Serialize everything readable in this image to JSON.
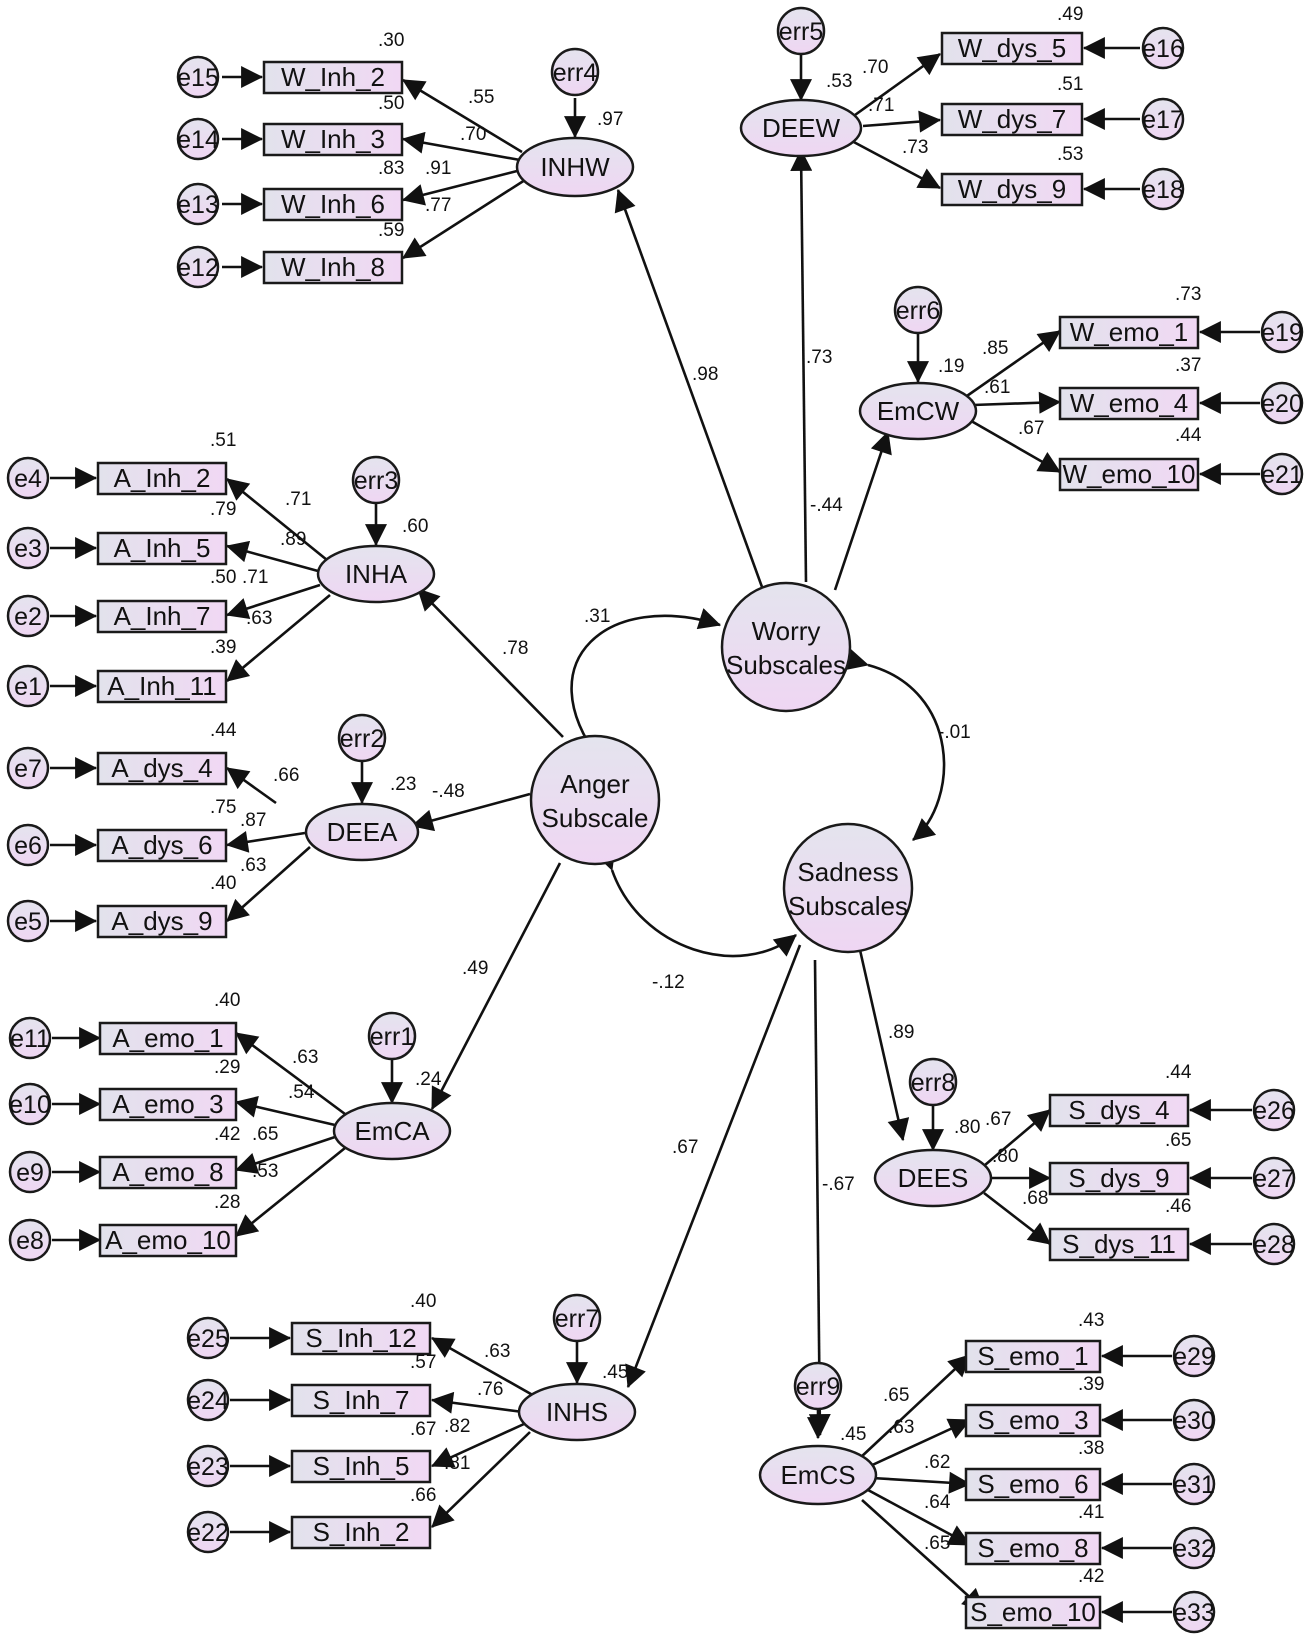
{
  "colors": {
    "node_fill_top": "#e2e2ec",
    "node_fill_bottom": "#f1d8f4",
    "stroke": "#1a1a1a"
  },
  "observed": {
    "w_inh_2": "W_Inh_2",
    "w_inh_3": "W_Inh_3",
    "w_inh_6": "W_Inh_6",
    "w_inh_8": "W_Inh_8",
    "w_dys_5": "W_dys_5",
    "w_dys_7": "W_dys_7",
    "w_dys_9": "W_dys_9",
    "w_emo_1": "W_emo_1",
    "w_emo_4": "W_emo_4",
    "w_emo_10": "W_emo_10",
    "a_inh_2": "A_Inh_2",
    "a_inh_5": "A_Inh_5",
    "a_inh_7": "A_Inh_7",
    "a_inh_11": "A_Inh_11",
    "a_dys_4": "A_dys_4",
    "a_dys_6": "A_dys_6",
    "a_dys_9": "A_dys_9",
    "a_emo_1": "A_emo_1",
    "a_emo_3": "A_emo_3",
    "a_emo_8": "A_emo_8",
    "a_emo_10": "A_emo_10",
    "s_dys_4": "S_dys_4",
    "s_dys_9": "S_dys_9",
    "s_dys_11": "S_dys_11",
    "s_inh_12": "S_Inh_12",
    "s_inh_7": "S_Inh_7",
    "s_inh_5": "S_Inh_5",
    "s_inh_2": "S_Inh_2",
    "s_emo_1": "S_emo_1",
    "s_emo_3": "S_emo_3",
    "s_emo_6": "S_emo_6",
    "s_emo_8": "S_emo_8",
    "s_emo_10": "S_emo_10"
  },
  "latent": {
    "inhw": "INHW",
    "deew": "DEEW",
    "emcw": "EmCW",
    "inha": "INHA",
    "deea": "DEEA",
    "emca": "EmCA",
    "dees": "DEES",
    "inhs": "INHS",
    "emcs": "EmCS",
    "worry_1": "Worry",
    "worry_2": "Subscales",
    "anger_1": "Anger",
    "anger_2": "Subscale",
    "sadness_1": "Sadness",
    "sadness_2": "Subscales"
  },
  "errors": {
    "e1": "e1",
    "e2": "e2",
    "e3": "e3",
    "e4": "e4",
    "e5": "e5",
    "e6": "e6",
    "e7": "e7",
    "e8": "e8",
    "e9": "e9",
    "e10": "e10",
    "e11": "e11",
    "e12": "e12",
    "e13": "e13",
    "e14": "e14",
    "e15": "e15",
    "e16": "e16",
    "e17": "e17",
    "e18": "e18",
    "e19": "e19",
    "e20": "e20",
    "e21": "e21",
    "e22": "e22",
    "e23": "e23",
    "e24": "e24",
    "e25": "e25",
    "e26": "e26",
    "e27": "e27",
    "e28": "e28",
    "e29": "e29",
    "e30": "e30",
    "e31": "e31",
    "e32": "e32",
    "e33": "e33",
    "err1": "err1",
    "err2": "err2",
    "err3": "err3",
    "err4": "err4",
    "err5": "err5",
    "err6": "err6",
    "err7": "err7",
    "err8": "err8",
    "err9": "err9"
  },
  "estimates": {
    "r2_w_inh_2": ".30",
    "r2_w_inh_3": ".50",
    "r2_w_inh_6": ".83",
    "r2_w_inh_8": ".59",
    "l_w_inh_2": ".55",
    "l_w_inh_3": ".70",
    "l_w_inh_6": ".91",
    "l_w_inh_8": ".77",
    "r2_inhw": ".97",
    "r2_w_dys_5": ".49",
    "r2_w_dys_7": ".51",
    "r2_w_dys_9": ".53",
    "l_w_dys_5": ".70",
    "l_w_dys_7": ".71",
    "l_w_dys_9": ".73",
    "r2_deew": ".53",
    "r2_w_emo_1": ".73",
    "r2_w_emo_4": ".37",
    "r2_w_emo_10": ".44",
    "l_w_emo_1": ".85",
    "l_w_emo_4": ".61",
    "l_w_emo_10": ".67",
    "r2_emcw": ".19",
    "path_inhw": ".98",
    "path_deew": ".73",
    "path_emcw": "-.44",
    "r2_a_inh_2": ".51",
    "r2_a_inh_5": ".79",
    "r2_a_inh_7": ".50",
    "r2_a_inh_11": ".39",
    "l_a_inh_2": ".71",
    "l_a_inh_5": ".89",
    "l_a_inh_7": ".71",
    "l_a_inh_11": ".63",
    "r2_inha": ".60",
    "path_inha": ".78",
    "cov_anger_worry": ".31",
    "cov_worry_sadness": "-.01",
    "cov_anger_sadness": "-.12",
    "r2_a_dys_4": ".44",
    "r2_a_dys_6": ".75",
    "r2_a_dys_9": ".40",
    "l_a_dys_4": ".66",
    "l_a_dys_6": ".87",
    "l_a_dys_9": ".63",
    "r2_deea": ".23",
    "path_deea": "-.48",
    "r2_a_emo_1": ".40",
    "r2_a_emo_3": ".29",
    "r2_a_emo_8": ".42",
    "r2_a_emo_10": ".28",
    "l_a_emo_1": ".63",
    "l_a_emo_3": ".54",
    "l_a_emo_8": ".65",
    "l_a_emo_10": ".53",
    "r2_emca": ".24",
    "path_emca": ".49",
    "path_dees": ".89",
    "r2_dees": ".80",
    "r2_s_dys_4": ".44",
    "r2_s_dys_9": ".65",
    "r2_s_dys_11": ".46",
    "l_s_dys_4": ".67",
    "l_s_dys_9": ".80",
    "l_s_dys_11": ".68",
    "path_inhs": ".67",
    "path_emcs": "-.67",
    "r2_s_inh_12": ".40",
    "r2_s_inh_7": ".57",
    "r2_s_inh_5": ".67",
    "r2_s_inh_2": ".66",
    "l_s_inh_12": ".63",
    "l_s_inh_7": ".76",
    "l_s_inh_5": ".82",
    "l_s_inh_2": ".81",
    "r2_inhs": ".45",
    "r2_emcs": ".45",
    "l_s_emo_1": ".65",
    "l_s_emo_3": ".63",
    "l_s_emo_6": ".62",
    "l_s_emo_8": ".64",
    "l_s_emo_10": ".65",
    "r2_s_emo_1": ".43",
    "r2_s_emo_3": ".39",
    "r2_s_emo_6": ".38",
    "r2_s_emo_8": ".41",
    "r2_s_emo_10": ".42"
  }
}
